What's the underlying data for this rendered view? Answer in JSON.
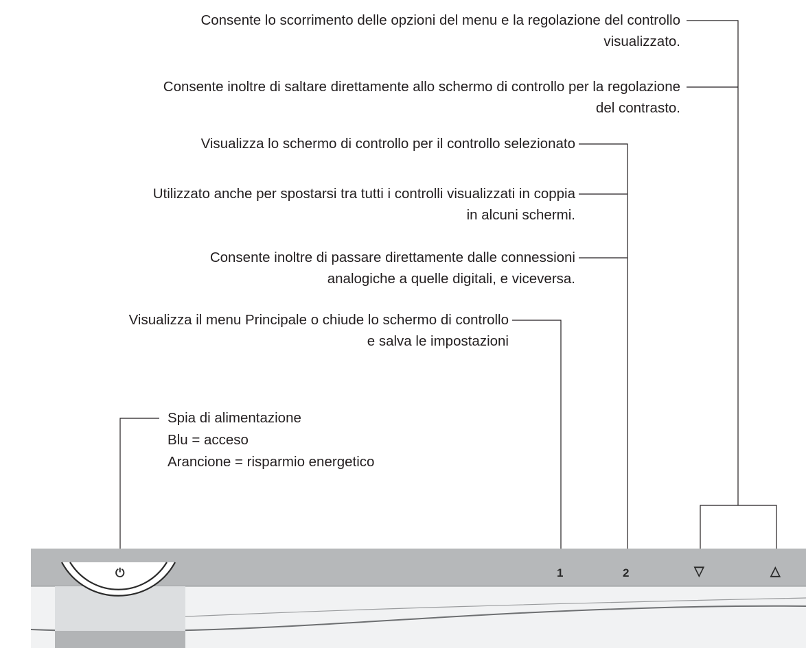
{
  "callouts": {
    "arrows_line1": "Consente lo scorrimento delle opzioni del menu e la regolazione del controllo",
    "arrows_line2": "visualizzato.",
    "arrows_line3": "Consente inoltre di saltare direttamente allo schermo di controllo per la regolazione",
    "arrows_line4": "del contrasto.",
    "btn2_line1": "Visualizza lo schermo di controllo per il controllo selezionato",
    "btn2_line2": "Utilizzato anche per spostarsi tra tutti i controlli visualizzati in coppia",
    "btn2_line3": "in alcuni schermi.",
    "btn2_line4": "Consente inoltre di passare direttamente dalle connessioni",
    "btn2_line5": "analogiche a quelle digitali, e viceversa.",
    "btn1_line1": "Visualizza il menu Principale o chiude lo schermo di controllo",
    "btn1_line2": "e salva le impostazioni",
    "power_line1": "Spia di alimentazione",
    "power_line2": "Blu = acceso",
    "power_line3": "Arancione = risparmio energetico"
  },
  "panel": {
    "button_1_label": "1",
    "button_2_label": "2",
    "down_arrow": "▽",
    "up_arrow": "△",
    "power_symbol": "⏻"
  },
  "colors": {
    "panel_top": "#b5b7b9",
    "panel_front": "#eef0f1",
    "leader_line": "#231f20"
  }
}
